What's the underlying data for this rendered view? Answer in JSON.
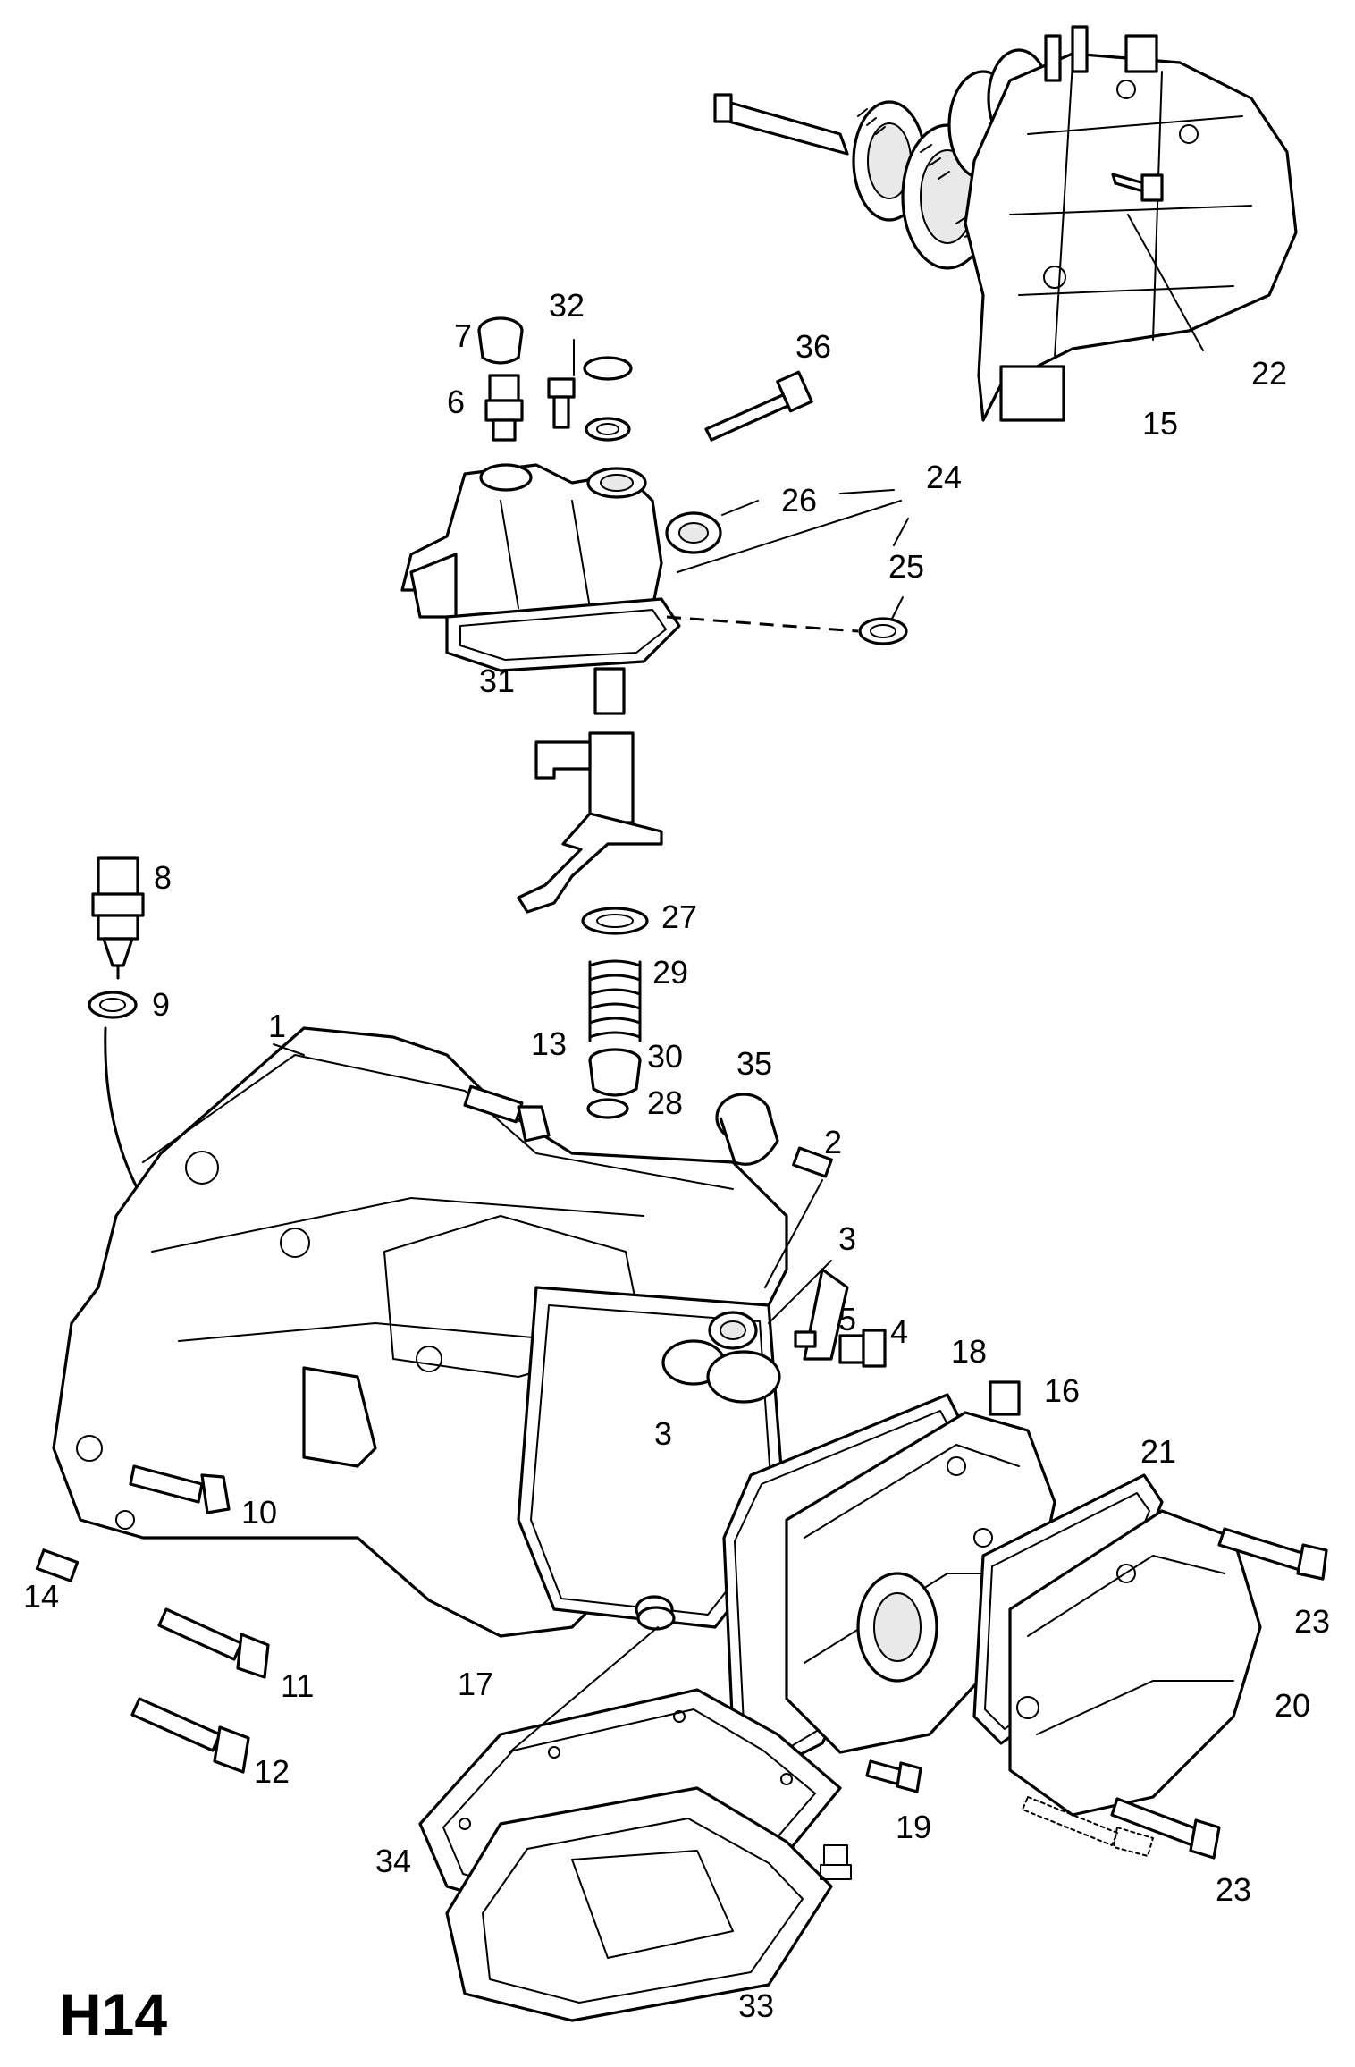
{
  "figure_code": "H14",
  "callouts": [
    "1",
    "2",
    "3",
    "3",
    "4",
    "5",
    "6",
    "7",
    "8",
    "9",
    "10",
    "11",
    "12",
    "13",
    "14",
    "15",
    "16",
    "17",
    "18",
    "19",
    "20",
    "21",
    "22",
    "23",
    "23",
    "24",
    "25",
    "26",
    "27",
    "28",
    "29",
    "30",
    "31",
    "32",
    "33",
    "34",
    "35",
    "36"
  ]
}
